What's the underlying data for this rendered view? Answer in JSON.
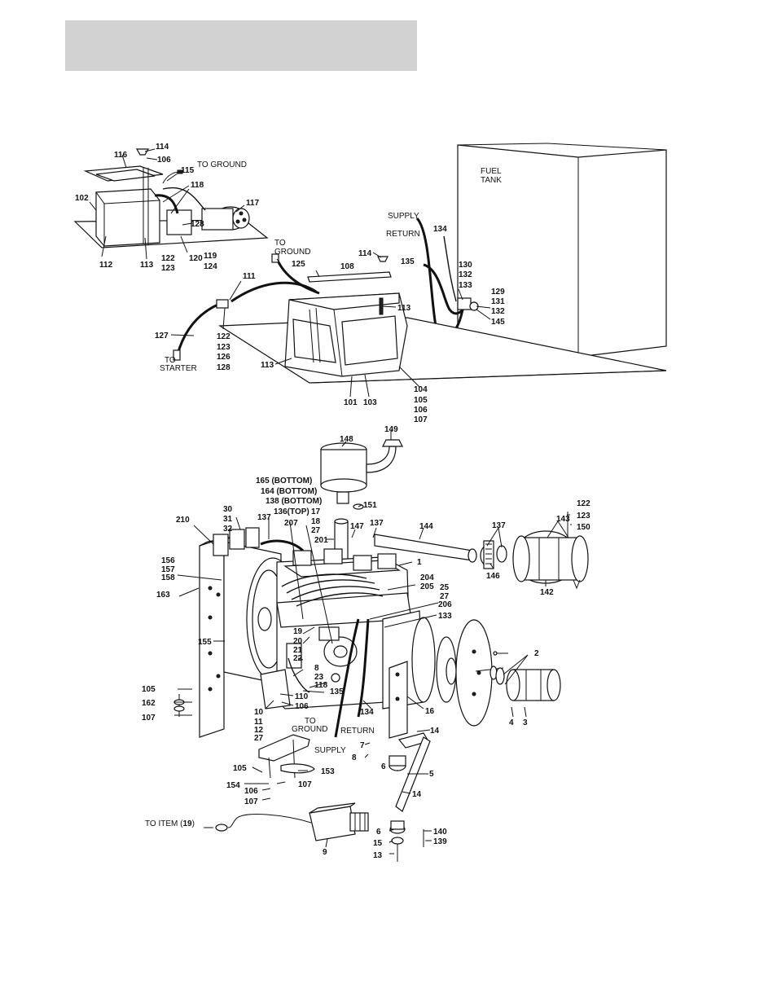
{
  "header": {
    "text": ""
  },
  "callouts": {
    "c114a": "114",
    "c106a": "106",
    "c116": "116",
    "c115": "115",
    "c118": "118",
    "c117": "117",
    "c102": "102",
    "c128a": "128",
    "c120": "120",
    "c112": "112",
    "c113a": "113",
    "c122a": "122",
    "c123a": "123",
    "c119": "119",
    "c124": "124",
    "c125": "125",
    "c114b": "114",
    "c108": "108",
    "c111": "111",
    "c113b": "113",
    "c127": "127",
    "c122b": "122",
    "c123b": "123",
    "c126": "126",
    "c128b": "128",
    "c113c": "113",
    "c101": "101",
    "c103": "103",
    "c104": "104",
    "c105a": "105",
    "c106b": "106",
    "c107a": "107",
    "c134a": "134",
    "c135a": "135",
    "c130": "130",
    "c132a": "132",
    "c133a": "133",
    "c129": "129",
    "c131": "131",
    "c132b": "132",
    "c145": "145",
    "c149": "149",
    "c148": "148",
    "c165": "165 (BOTTOM)",
    "c164": "164 (BOTTOM)",
    "c138": "138 (BOTTOM)",
    "c136": "136(TOP)",
    "c17": "17",
    "c18": "18",
    "c27a": "27",
    "c151": "151",
    "c137a": "137",
    "c137b": "137",
    "c137c": "137",
    "c201": "201",
    "c147": "147",
    "c144": "144",
    "c122c": "122",
    "c123c": "123",
    "c150": "150",
    "c143": "143",
    "c30": "30",
    "c31": "31",
    "c32": "32",
    "c210": "210",
    "c207": "207",
    "c1": "1",
    "c146": "146",
    "c142": "142",
    "c156": "156",
    "c157": "157",
    "c158": "158",
    "c204": "204",
    "c205": "205",
    "c25": "25",
    "c27b": "27",
    "c206": "206",
    "c163": "163",
    "c133b": "133",
    "c19": "19",
    "c20": "20",
    "c21": "21",
    "c22": "22",
    "c155": "155",
    "c2": "2",
    "c8a": "8",
    "c23": "23",
    "c118b": "118",
    "c135b": "135",
    "c105b": "105",
    "c110": "110",
    "c162": "162",
    "c106c": "106",
    "c107b": "107",
    "c10": "10",
    "c11": "11",
    "c12": "12",
    "c27c": "27",
    "c134b": "134",
    "c16": "16",
    "c4": "4",
    "c3": "3",
    "c14a": "14",
    "c7": "7",
    "c8b": "8",
    "c6a": "6",
    "c5": "5",
    "c105c": "105",
    "c153": "153",
    "c154": "154",
    "c106d": "106",
    "c107c": "107",
    "c107d": "107",
    "c14b": "14",
    "c6b": "6",
    "c140": "140",
    "c15": "15",
    "c139": "139",
    "c13": "13",
    "c9": "9"
  },
  "notes": {
    "to_ground_1": "TO GROUND",
    "to_ground_2a": "TO",
    "to_ground_2b": "GROUND",
    "to_starter_a": "TO",
    "to_starter_b": "STARTER",
    "fuel_tank_a": "FUEL",
    "fuel_tank_b": "TANK",
    "supply_1": "SUPPLY",
    "return_1": "RETURN",
    "to_ground_3a": "TO",
    "to_ground_3b": "GROUND",
    "return_2": "RETURN",
    "supply_2": "SUPPLY",
    "to_item_a": "TO ITEM (",
    "to_item_b": "19",
    "to_item_c": ")"
  }
}
